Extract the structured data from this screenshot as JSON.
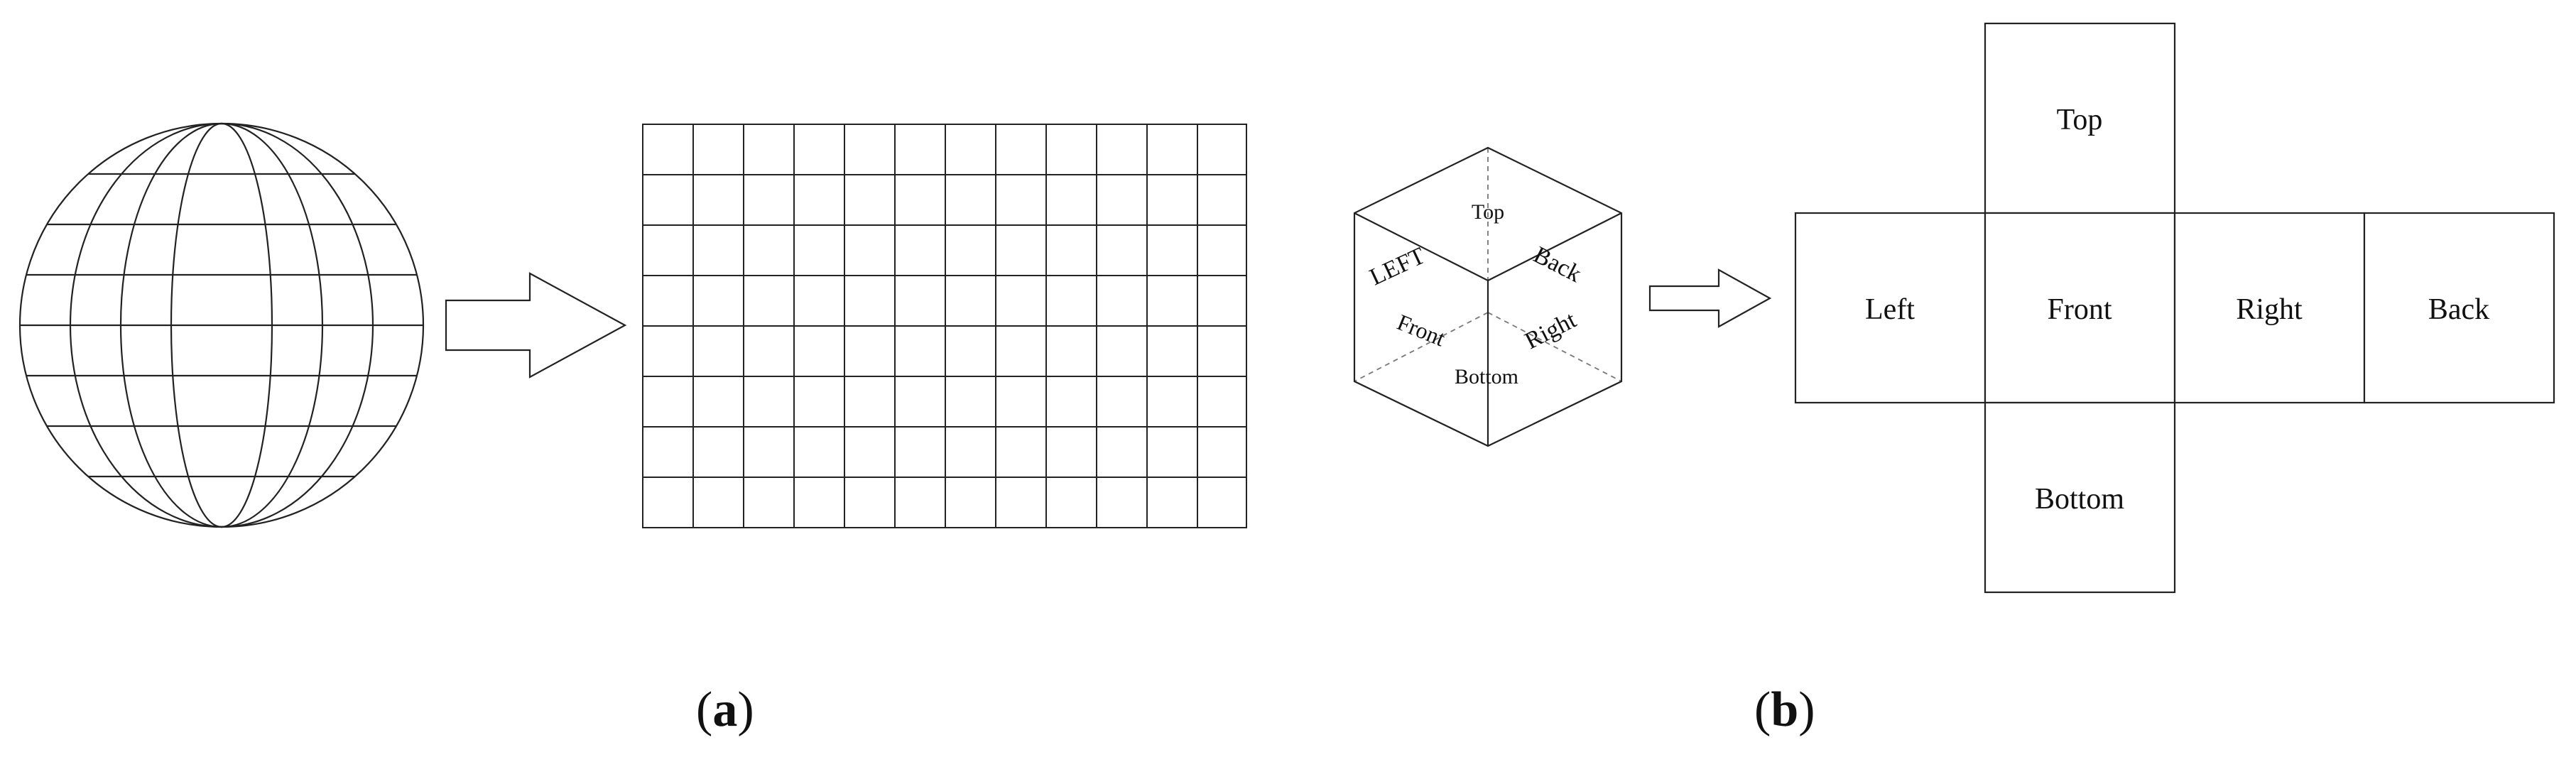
{
  "panel_a": {
    "label_open": "(",
    "label_letter": "a",
    "label_close": ")"
  },
  "panel_b": {
    "label_open": "(",
    "label_letter": "b",
    "label_close": ")",
    "cube_faces": {
      "top": "Top",
      "left": "LEFT",
      "back": "Back",
      "front": "Front",
      "right": "Right",
      "bottom": "Bottom"
    },
    "net_faces": {
      "top": "Top",
      "left": "Left",
      "front": "Front",
      "right": "Right",
      "back": "Back",
      "bottom": "Bottom"
    }
  },
  "colors": {
    "stroke": "#222222",
    "dashed": "#777777",
    "text": "#111111",
    "background": "#ffffff"
  }
}
